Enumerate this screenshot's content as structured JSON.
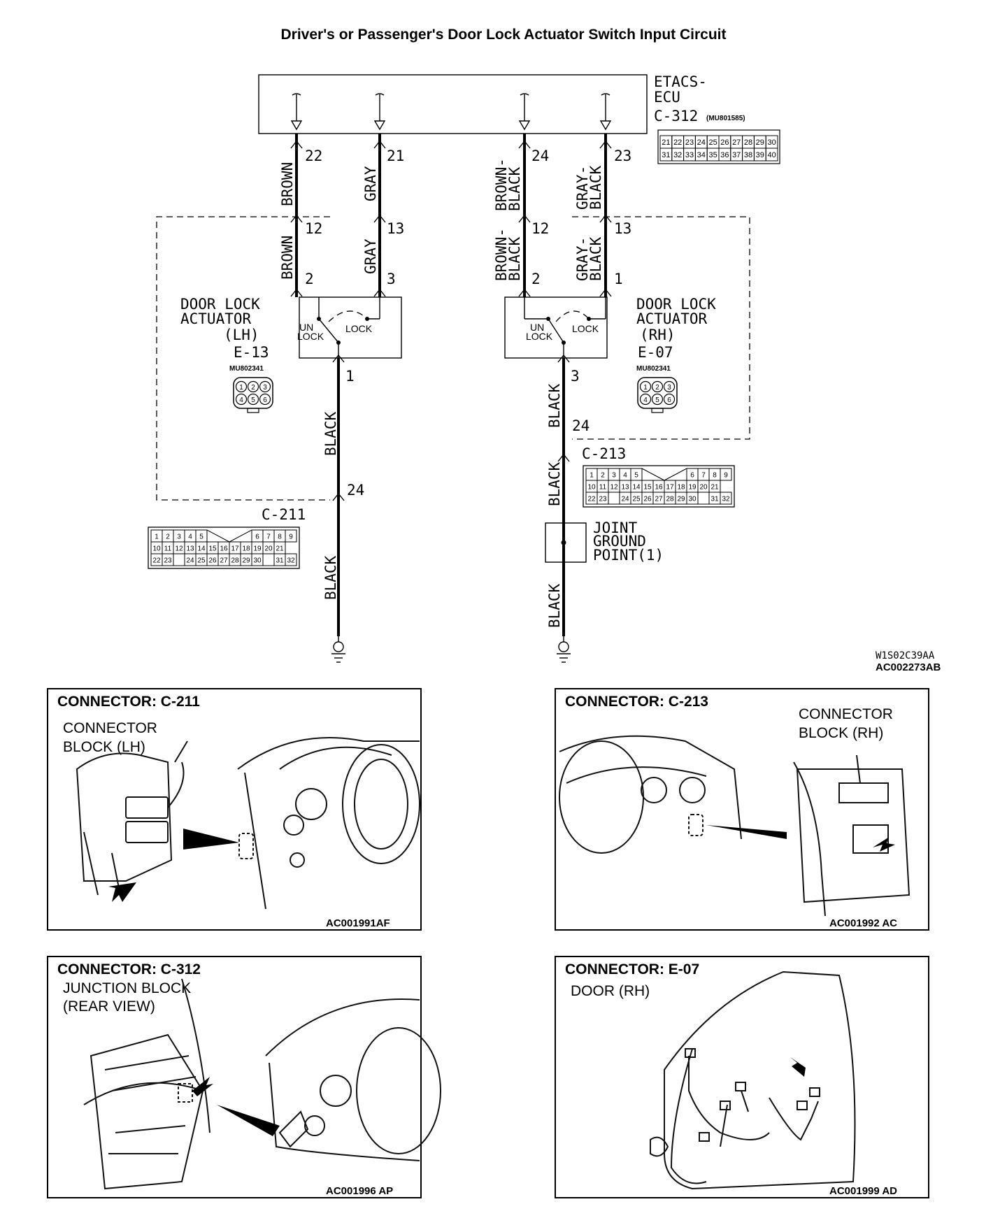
{
  "title": "Driver's or Passenger's Door Lock Actuator Switch Input Circuit",
  "diagram_code": "W1S02C39AA",
  "figure_code": "AC002273AB",
  "ecu": {
    "name_line1": "ETACS-",
    "name_line2": "ECU",
    "connector": "C-312",
    "part_no": "(MU801585)",
    "connector_rows": [
      [
        "21",
        "22",
        "23",
        "24",
        "25",
        "26",
        "27",
        "28",
        "29",
        "30"
      ],
      [
        "31",
        "32",
        "33",
        "34",
        "35",
        "36",
        "37",
        "38",
        "39",
        "40"
      ]
    ]
  },
  "wires": {
    "w1": {
      "top_pin": "22",
      "mid_pin": "12",
      "bottom_pin": "2",
      "color_top": "BROWN",
      "color_mid": "BROWN"
    },
    "w2": {
      "top_pin": "21",
      "mid_pin": "13",
      "bottom_pin": "3",
      "color_top": "GRAY",
      "color_mid": "GRAY"
    },
    "w3": {
      "top_pin": "24",
      "mid_pin": "12",
      "bottom_pin": "2",
      "color_top_1": "BROWN-",
      "color_top_2": "BLACK",
      "color_mid_1": "BROWN-",
      "color_mid_2": "BLACK"
    },
    "w4": {
      "top_pin": "23",
      "mid_pin": "13",
      "bottom_pin": "1",
      "color_top_1": "GRAY-",
      "color_top_2": "BLACK",
      "color_mid_1": "GRAY-",
      "color_mid_2": "BLACK"
    }
  },
  "actuator_lh": {
    "line1": "DOOR LOCK",
    "line2": "ACTUATOR",
    "line3": "(LH)",
    "connector": "E-13",
    "part_no": "MU802341",
    "unlock_1": "UN",
    "unlock_2": "LOCK",
    "lock": "LOCK",
    "out_pin": "1",
    "ground_wire_color": "BLACK",
    "junction_pin": "24",
    "lower_wire_color": "BLACK",
    "pins": [
      "1",
      "2",
      "3",
      "4",
      "5",
      "6"
    ]
  },
  "actuator_rh": {
    "line1": "DOOR LOCK",
    "line2": "ACTUATOR",
    "line3": "(RH)",
    "connector": "E-07",
    "part_no": "MU802341",
    "unlock_1": "UN",
    "unlock_2": "LOCK",
    "lock": "LOCK",
    "out_pin": "3",
    "ground_wire_color": "BLACK",
    "junction_pin": "24",
    "mid_wire_color": "BLACK",
    "lower_wire_color": "BLACK",
    "pins": [
      "1",
      "2",
      "3",
      "4",
      "5",
      "6"
    ]
  },
  "c211": {
    "label": "C-211",
    "rows": [
      [
        "1",
        "2",
        "3",
        "4",
        "5",
        "",
        "6",
        "7",
        "8",
        "9"
      ],
      [
        "10",
        "11",
        "12",
        "13",
        "14",
        "15",
        "16",
        "17",
        "18",
        "19",
        "20",
        "21"
      ],
      [
        "22",
        "23",
        "",
        "24",
        "25",
        "26",
        "27",
        "28",
        "29",
        "30",
        "",
        "31",
        "32"
      ]
    ]
  },
  "c213": {
    "label": "C-213",
    "rows": [
      [
        "1",
        "2",
        "3",
        "4",
        "5",
        "",
        "6",
        "7",
        "8",
        "9"
      ],
      [
        "10",
        "11",
        "12",
        "13",
        "14",
        "15",
        "16",
        "17",
        "18",
        "19",
        "20",
        "21"
      ],
      [
        "22",
        "23",
        "",
        "24",
        "25",
        "26",
        "27",
        "28",
        "29",
        "30",
        "",
        "31",
        "32"
      ]
    ]
  },
  "joint": {
    "line1": "JOINT",
    "line2": "GROUND",
    "line3": "POINT(1)"
  },
  "panels": [
    {
      "heading": "CONNECTOR: C-211",
      "sub1": "CONNECTOR",
      "sub2": "BLOCK (LH)",
      "code": "AC001991AF"
    },
    {
      "heading": "CONNECTOR: C-213",
      "sub1": "CONNECTOR",
      "sub2": "BLOCK (RH)",
      "code": "AC001992 AC"
    },
    {
      "heading": "CONNECTOR: C-312",
      "sub1": "JUNCTION BLOCK",
      "sub2": "(REAR VIEW)",
      "code": "AC001996 AP"
    },
    {
      "heading": "CONNECTOR: E-07",
      "sub1": "DOOR (RH)",
      "sub2": "",
      "code": "AC001999 AD"
    }
  ]
}
